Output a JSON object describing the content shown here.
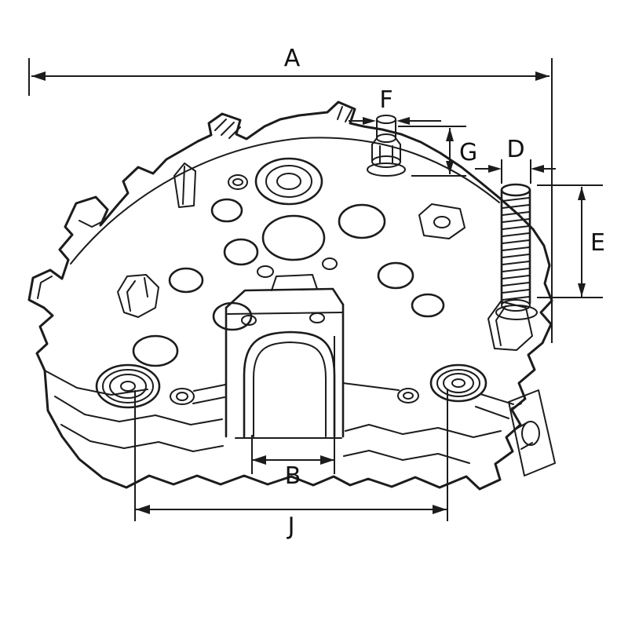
{
  "canvas": {
    "background": "#ffffff",
    "stroke_color": "#1c1c1c"
  },
  "drawing": {
    "type": "technical-line-drawing",
    "dimension_labels": {
      "a": "A",
      "b": "B",
      "d": "D",
      "e": "E",
      "f": "F",
      "g": "G",
      "j": "J"
    }
  }
}
